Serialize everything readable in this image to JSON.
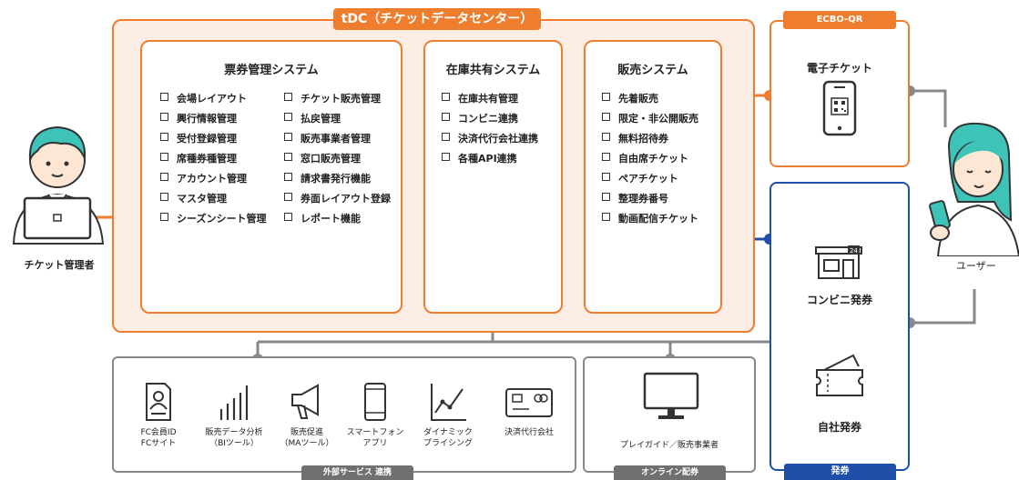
{
  "tdc_title": "tDC（チケットデータセンター）",
  "ecbo_tag": "ECBO-QR",
  "systems": {
    "ticket_mgmt": {
      "title": "票券管理システム",
      "col1": [
        "会場レイアウト",
        "興行情報管理",
        "受付登録管理",
        "席種券種管理",
        "アカウント管理",
        "マスタ管理",
        "シーズンシート管理"
      ],
      "col2": [
        "チケット販売管理",
        "払戻管理",
        "販売事業者管理",
        "窓口販売管理",
        "請求書発行機能",
        "券面レイアウト登録",
        "レポート機能"
      ]
    },
    "inventory": {
      "title": "在庫共有システム",
      "items": [
        "在庫共有管理",
        "コンビニ連携",
        "決済代行会社連携",
        "各種API連携"
      ]
    },
    "sales": {
      "title": "販売システム",
      "items": [
        "先着販売",
        "限定・非公開販売",
        "無料招待券",
        "自由席チケット",
        "ペアチケット",
        "整理券番号",
        "動画配信チケット"
      ]
    }
  },
  "e_ticket_label": "電子チケット",
  "conveni_label": "コンビニ発券",
  "self_issue_label": "自社発券",
  "issue_tag": "発券",
  "admin_label": "チケット管理者",
  "user_label": "ユーザー",
  "external": {
    "tag": "外部サービス 連携",
    "services": [
      {
        "icon": "member-card-icon",
        "line1": "FC会員ID",
        "line2": "FCサイト"
      },
      {
        "icon": "bar-chart-icon",
        "line1": "販売データ分析",
        "line2": "（BIツール）"
      },
      {
        "icon": "megaphone-icon",
        "line1": "販売促進",
        "line2": "（MAツール）"
      },
      {
        "icon": "smartphone-icon",
        "line1": "スマートフォン",
        "line2": "アプリ"
      },
      {
        "icon": "line-graph-icon",
        "line1": "ダイナミック",
        "line2": "プライシング"
      },
      {
        "icon": "credit-card-icon",
        "line1": "決済代行会社",
        "line2": ""
      }
    ]
  },
  "online": {
    "tag": "オンライン配券",
    "label": "プレイガイド／販売事業者"
  },
  "colors": {
    "orange": "#ef7d2e",
    "blue": "#1f4fa8",
    "gray": "#888888"
  }
}
